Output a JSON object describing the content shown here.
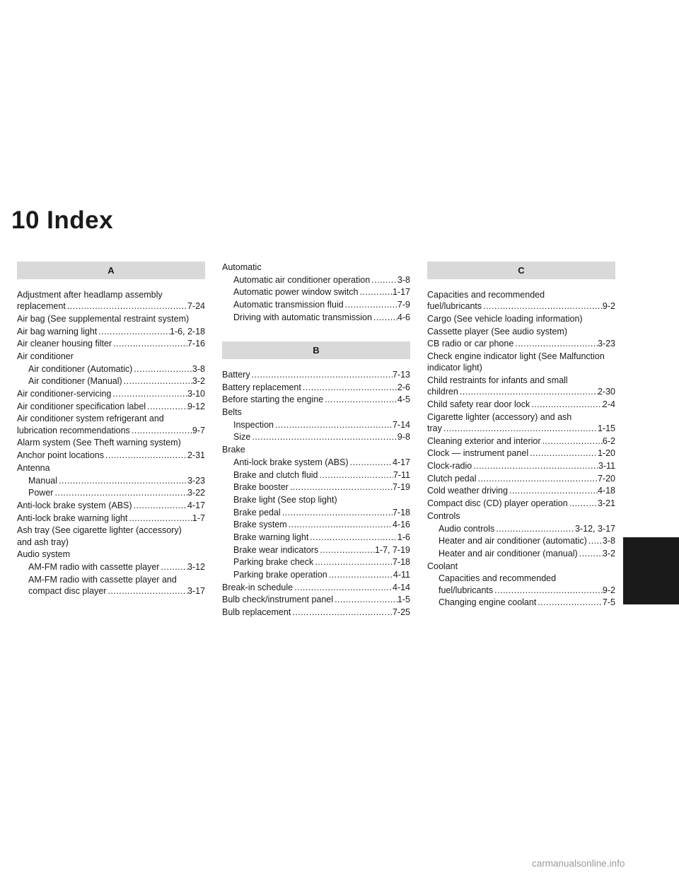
{
  "title": "10 Index",
  "watermark": "carmanualsonline.info",
  "colors": {
    "section_header_bg": "#d9d9d9",
    "side_tab": "#1a1a1a"
  },
  "columns": [
    [
      {
        "kind": "header",
        "text": "A"
      },
      {
        "kind": "entry",
        "lines": [
          "Adjustment after headlamp assembly"
        ],
        "last": "replacement",
        "page": "7-24"
      },
      {
        "kind": "entry",
        "lines": [],
        "last": "Air bag (See supplemental restraint system)",
        "page": ""
      },
      {
        "kind": "entry",
        "lines": [],
        "last": "Air bag warning light",
        "page": "1-6, 2-18"
      },
      {
        "kind": "entry",
        "lines": [],
        "last": "Air cleaner housing filter",
        "page": "7-16"
      },
      {
        "kind": "entry",
        "lines": [],
        "last": "Air conditioner",
        "page": ""
      },
      {
        "kind": "entry",
        "sub": true,
        "lines": [],
        "last": "Air conditioner (Automatic)",
        "page": "3-8"
      },
      {
        "kind": "entry",
        "sub": true,
        "lines": [],
        "last": "Air conditioner (Manual)",
        "page": "3-2"
      },
      {
        "kind": "entry",
        "lines": [],
        "last": "Air conditioner-servicing",
        "page": "3-10"
      },
      {
        "kind": "entry",
        "lines": [],
        "last": "Air conditioner specification label",
        "page": "9-12"
      },
      {
        "kind": "entry",
        "lines": [
          "Air conditioner system refrigerant and"
        ],
        "last": "lubrication recommendations",
        "page": "9-7"
      },
      {
        "kind": "entry",
        "lines": [],
        "last": "Alarm system (See Theft warning system)",
        "page": ""
      },
      {
        "kind": "entry",
        "lines": [],
        "last": "Anchor point locations",
        "page": "2-31"
      },
      {
        "kind": "entry",
        "lines": [],
        "last": "Antenna",
        "page": ""
      },
      {
        "kind": "entry",
        "sub": true,
        "lines": [],
        "last": "Manual",
        "page": "3-23"
      },
      {
        "kind": "entry",
        "sub": true,
        "lines": [],
        "last": "Power",
        "page": "3-22"
      },
      {
        "kind": "entry",
        "lines": [],
        "last": "Anti-lock brake system (ABS)",
        "page": "4-17"
      },
      {
        "kind": "entry",
        "lines": [],
        "last": "Anti-lock brake warning light",
        "page": "1-7"
      },
      {
        "kind": "entry",
        "lines": [
          "Ash tray (See cigarette lighter (accessory)"
        ],
        "last": "and ash tray)",
        "page": ""
      },
      {
        "kind": "entry",
        "lines": [],
        "last": "Audio system",
        "page": ""
      },
      {
        "kind": "entry",
        "sub": true,
        "lines": [],
        "last": "AM-FM radio with cassette player",
        "page": "3-12"
      },
      {
        "kind": "entry",
        "sub": true,
        "lines": [
          "AM-FM radio with cassette player and"
        ],
        "last": "compact disc player",
        "page": "3-17"
      }
    ],
    [
      {
        "kind": "entry",
        "lines": [],
        "last": "Automatic",
        "page": ""
      },
      {
        "kind": "entry",
        "sub": true,
        "lines": [],
        "last": "Automatic air conditioner operation",
        "page": "3-8"
      },
      {
        "kind": "entry",
        "sub": true,
        "lines": [],
        "last": "Automatic power window switch",
        "page": "1-17"
      },
      {
        "kind": "entry",
        "sub": true,
        "lines": [],
        "last": "Automatic transmission fluid",
        "page": "7-9"
      },
      {
        "kind": "entry",
        "sub": true,
        "lines": [],
        "last": "Driving with automatic transmission",
        "page": "4-6"
      },
      {
        "kind": "header",
        "text": "B",
        "spaced": true
      },
      {
        "kind": "entry",
        "lines": [],
        "last": "Battery",
        "page": "7-13"
      },
      {
        "kind": "entry",
        "lines": [],
        "last": "Battery replacement",
        "page": "2-6"
      },
      {
        "kind": "entry",
        "lines": [],
        "last": "Before starting the engine",
        "page": "4-5"
      },
      {
        "kind": "entry",
        "lines": [],
        "last": "Belts",
        "page": ""
      },
      {
        "kind": "entry",
        "sub": true,
        "lines": [],
        "last": "Inspection",
        "page": "7-14"
      },
      {
        "kind": "entry",
        "sub": true,
        "lines": [],
        "last": "Size",
        "page": "9-8"
      },
      {
        "kind": "entry",
        "lines": [],
        "last": "Brake",
        "page": ""
      },
      {
        "kind": "entry",
        "sub": true,
        "lines": [],
        "last": "Anti-lock brake system (ABS)",
        "page": "4-17"
      },
      {
        "kind": "entry",
        "sub": true,
        "lines": [],
        "last": "Brake and clutch fluid",
        "page": "7-11"
      },
      {
        "kind": "entry",
        "sub": true,
        "lines": [],
        "last": "Brake booster",
        "page": "7-19"
      },
      {
        "kind": "entry",
        "sub": true,
        "lines": [],
        "last": "Brake light (See stop light)",
        "page": ""
      },
      {
        "kind": "entry",
        "sub": true,
        "lines": [],
        "last": "Brake pedal",
        "page": "7-18"
      },
      {
        "kind": "entry",
        "sub": true,
        "lines": [],
        "last": "Brake system",
        "page": "4-16"
      },
      {
        "kind": "entry",
        "sub": true,
        "lines": [],
        "last": "Brake warning light",
        "page": "1-6"
      },
      {
        "kind": "entry",
        "sub": true,
        "lines": [],
        "last": "Brake wear indicators",
        "page": "1-7, 7-19"
      },
      {
        "kind": "entry",
        "sub": true,
        "lines": [],
        "last": "Parking brake check",
        "page": "7-18"
      },
      {
        "kind": "entry",
        "sub": true,
        "lines": [],
        "last": "Parking brake operation",
        "page": "4-11"
      },
      {
        "kind": "entry",
        "lines": [],
        "last": "Break-in schedule",
        "page": "4-14"
      },
      {
        "kind": "entry",
        "lines": [],
        "last": "Bulb check/instrument panel",
        "page": "1-5"
      },
      {
        "kind": "entry",
        "lines": [],
        "last": "Bulb replacement",
        "page": "7-25"
      }
    ],
    [
      {
        "kind": "header",
        "text": "C"
      },
      {
        "kind": "entry",
        "lines": [
          "Capacities and recommended"
        ],
        "last": "fuel/lubricants",
        "page": "9-2"
      },
      {
        "kind": "entry",
        "lines": [],
        "last": "Cargo (See vehicle loading information)",
        "page": ""
      },
      {
        "kind": "entry",
        "lines": [],
        "last": "Cassette player (See audio system)",
        "page": ""
      },
      {
        "kind": "entry",
        "lines": [],
        "last": "CB radio or car phone",
        "page": "3-23"
      },
      {
        "kind": "entry",
        "lines": [
          "Check engine indicator light (See Malfunction"
        ],
        "last": "indicator light)",
        "page": ""
      },
      {
        "kind": "entry",
        "lines": [
          "Child restraints for infants and small"
        ],
        "last": "children",
        "page": "2-30"
      },
      {
        "kind": "entry",
        "lines": [],
        "last": "Child safety rear door lock",
        "page": "2-4"
      },
      {
        "kind": "entry",
        "lines": [
          "Cigarette lighter (accessory) and ash"
        ],
        "last": "tray",
        "page": "1-15"
      },
      {
        "kind": "entry",
        "lines": [],
        "last": "Cleaning exterior and interior",
        "page": "6-2"
      },
      {
        "kind": "entry",
        "lines": [],
        "last": "Clock — instrument panel",
        "page": "1-20"
      },
      {
        "kind": "entry",
        "lines": [],
        "last": "Clock-radio",
        "page": "3-11"
      },
      {
        "kind": "entry",
        "lines": [],
        "last": "Clutch pedal",
        "page": "7-20"
      },
      {
        "kind": "entry",
        "lines": [],
        "last": "Cold weather driving",
        "page": "4-18"
      },
      {
        "kind": "entry",
        "lines": [],
        "last": "Compact disc (CD) player operation",
        "page": "3-21"
      },
      {
        "kind": "entry",
        "lines": [],
        "last": "Controls",
        "page": ""
      },
      {
        "kind": "entry",
        "sub": true,
        "lines": [],
        "last": "Audio controls",
        "page": "3-12, 3-17"
      },
      {
        "kind": "entry",
        "sub": true,
        "lines": [],
        "last": "Heater and air conditioner (automatic)",
        "page": "3-8"
      },
      {
        "kind": "entry",
        "sub": true,
        "lines": [],
        "last": "Heater and air conditioner (manual)",
        "page": "3-2"
      },
      {
        "kind": "entry",
        "lines": [],
        "last": "Coolant",
        "page": ""
      },
      {
        "kind": "entry",
        "sub": true,
        "lines": [
          "Capacities and recommended"
        ],
        "last": "fuel/lubricants",
        "page": "9-2"
      },
      {
        "kind": "entry",
        "sub": true,
        "lines": [],
        "last": "Changing engine coolant",
        "page": "7-5"
      }
    ]
  ]
}
